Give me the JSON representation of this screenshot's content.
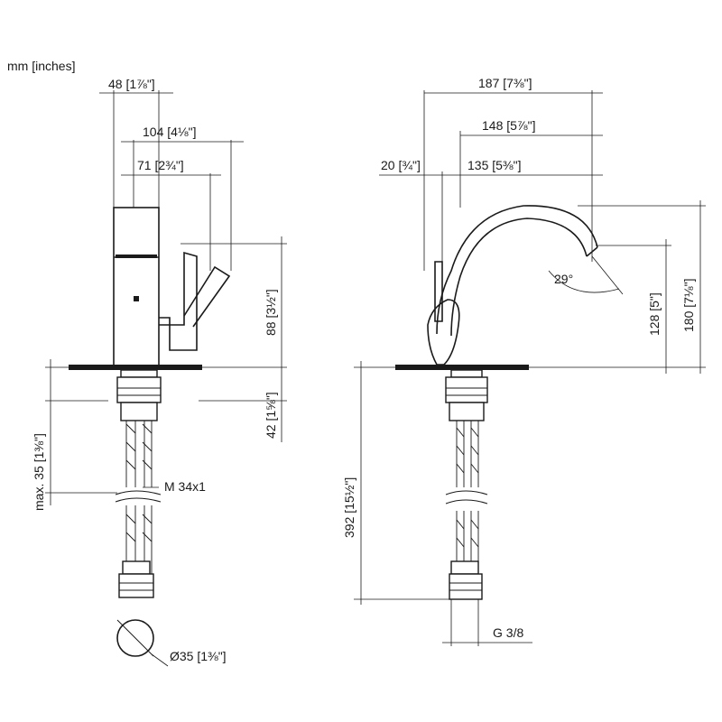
{
  "units_label": "mm [inches]",
  "side_view": {
    "dim_48": "48 [1⅞\"]",
    "dim_104": "104 [4⅛\"]",
    "dim_71": "71 [2¾\"]",
    "dim_88": "88 [3½\"]",
    "dim_42": "42 [1⅝\"]",
    "dim_max35": "max. 35 [1⅜\"]",
    "thread_label": "M 34x1",
    "hole_dia": "Ø35 [1⅜\"]"
  },
  "front_view": {
    "dim_187": "187 [7⅜\"]",
    "dim_148": "148 [5⅞\"]",
    "dim_20": "20 [¾\"]",
    "dim_135": "135 [5⅜\"]",
    "angle": "29°",
    "dim_128": "128 [5\"]",
    "dim_180": "180 [7⅛\"]",
    "dim_392": "392 [15½\"]",
    "connection": "G 3/8"
  }
}
